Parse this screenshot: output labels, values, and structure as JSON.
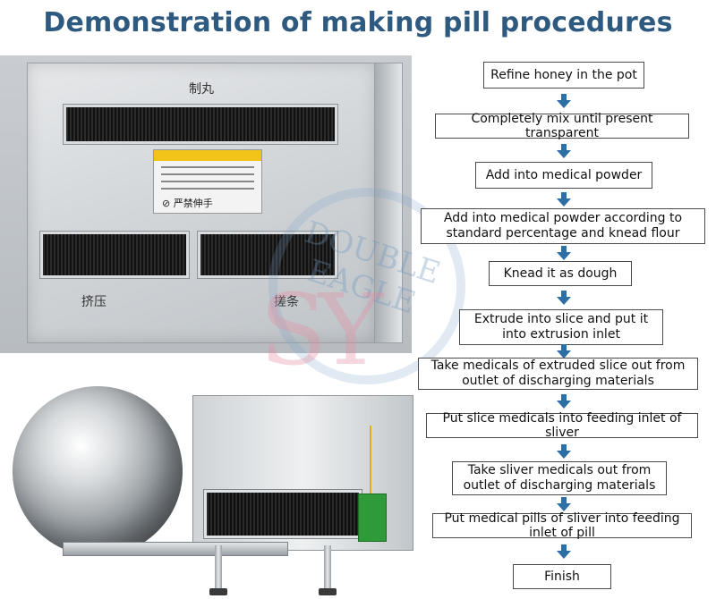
{
  "title": "Demonstration of making pill procedures",
  "panel_labels": {
    "top": "制丸",
    "no_hand": "严禁伸手",
    "extrude": "挤压",
    "sliver": "搓条"
  },
  "watermark": {
    "brand": "DOUBLE EAGLE",
    "monogram": "SY"
  },
  "steps": [
    "Refine honey in the pot",
    "Completely mix until present transparent",
    "Add into medical powder",
    "Add into medical powder according to standard percentage and knead flour",
    "Knead it as dough",
    "Extrude into slice and put it into extrusion inlet",
    "Take medicals of extruded slice out from outlet of discharging materials",
    "Put slice medicals into feeding inlet of sliver",
    "Take sliver medicals out from outlet of discharging materials",
    "Put medical pills of sliver into feeding inlet of pill",
    "Finish"
  ],
  "colors": {
    "title": "#2f5a80",
    "arrow": "#2e6ea6",
    "box_border": "#4a4a4a"
  }
}
